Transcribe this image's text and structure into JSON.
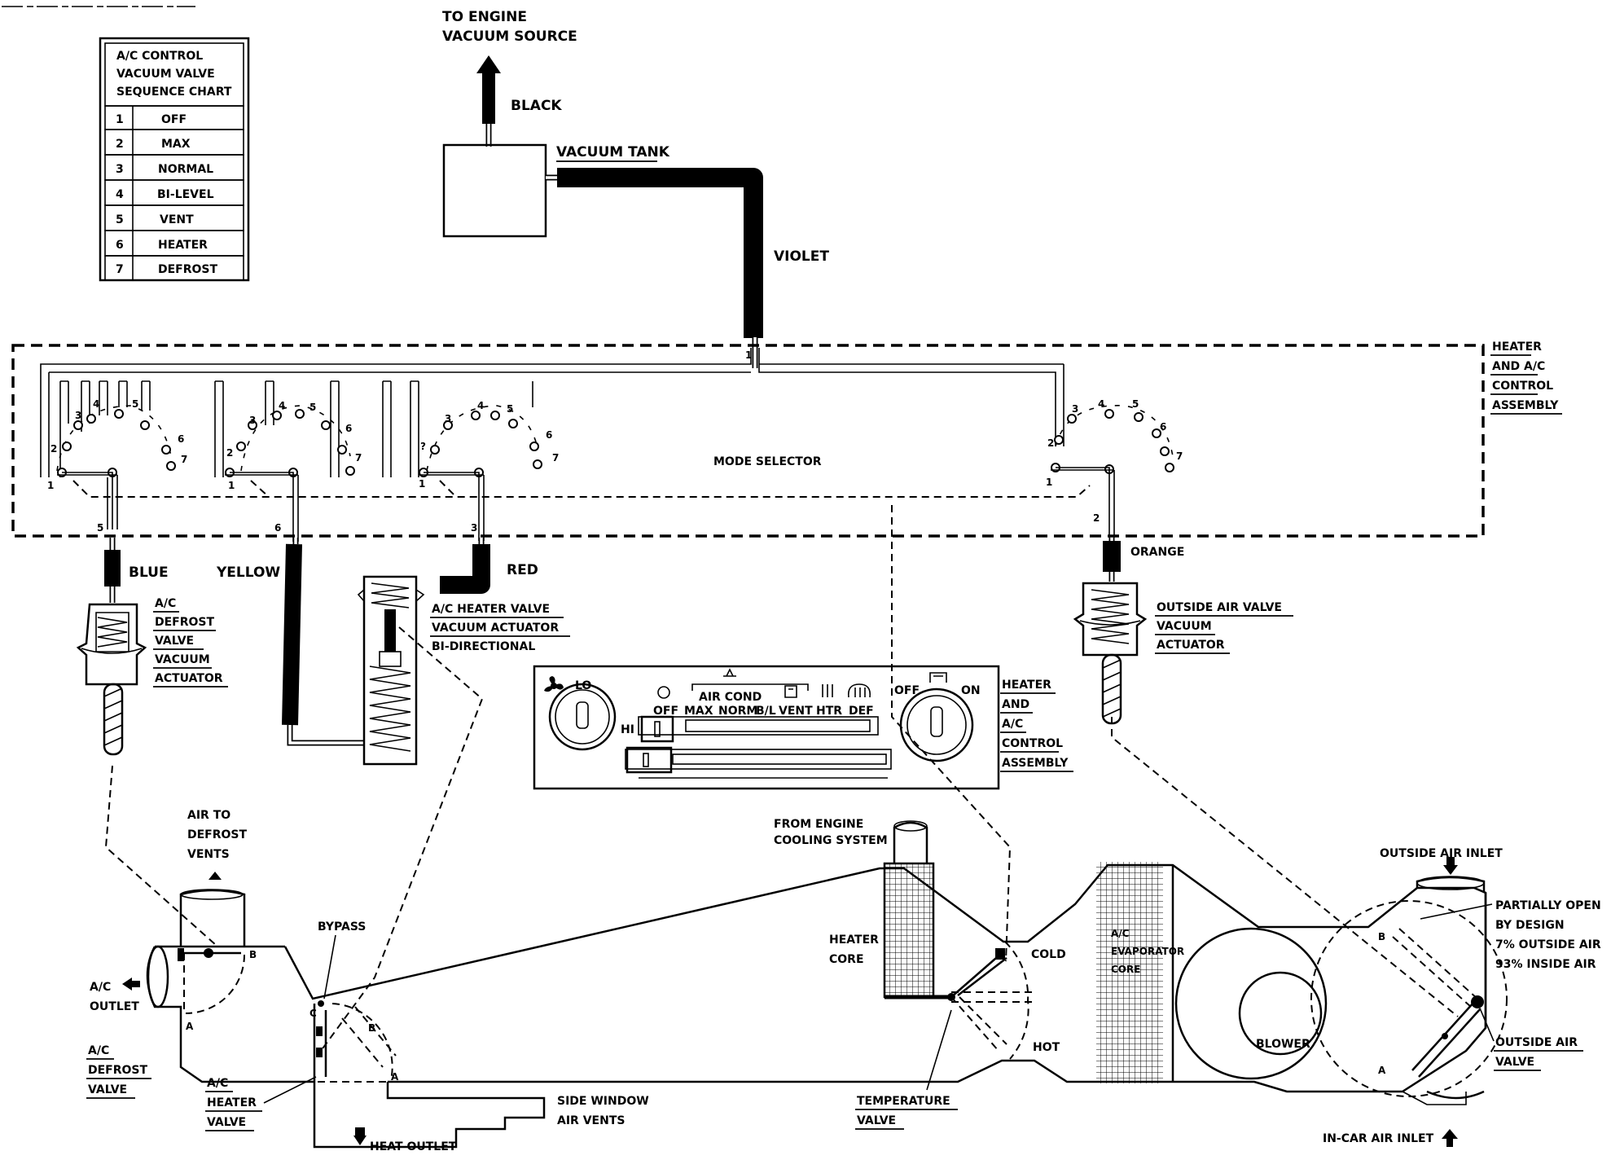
{
  "chart": {
    "title_lines": [
      "A/C CONTROL",
      "VACUUM VALVE",
      "SEQUENCE CHART"
    ],
    "rows": [
      {
        "num": "1",
        "label": "OFF"
      },
      {
        "num": "2",
        "label": "MAX"
      },
      {
        "num": "3",
        "label": "NORMAL"
      },
      {
        "num": "4",
        "label": "BI-LEVEL"
      },
      {
        "num": "5",
        "label": "VENT"
      },
      {
        "num": "6",
        "label": "HEATER"
      },
      {
        "num": "7",
        "label": "DEFROST"
      }
    ]
  },
  "vacuum_source": {
    "line1": "TO ENGINE",
    "line2": "VACUUM SOURCE"
  },
  "hoses": {
    "black": "BLACK",
    "violet": "VIOLET",
    "blue": "BLUE",
    "yellow": "YELLOW",
    "red": "RED",
    "orange": "ORANGE"
  },
  "vacuum_tank": "VACUUM TANK",
  "control_assembly_top": [
    "HEATER",
    "AND A/C",
    "CONTROL",
    "ASSEMBLY"
  ],
  "mode_selector": "MODE SELECTOR",
  "port_numbers": {
    "p1": "1",
    "p2": "2",
    "p3": "3",
    "p4": "4",
    "p5": "5",
    "p6": "6",
    "p7": "7",
    "p_q": "?"
  },
  "actuators": {
    "defrost": [
      "A/C",
      "DEFROST",
      "VALVE",
      "VACUUM",
      "ACTUATOR"
    ],
    "heater_valve": [
      "A/C HEATER VALVE",
      "VACUUM ACTUATOR",
      "BI-DIRECTIONAL"
    ],
    "outside_air": [
      "OUTSIDE AIR VALVE",
      "VACUUM",
      "ACTUATOR"
    ]
  },
  "control_panel": {
    "lo": "LO",
    "hi": "HI",
    "air_cond": "AIR COND",
    "modes": [
      "OFF",
      "MAX",
      "NORM",
      "B/L",
      "VENT",
      "HTR",
      "DEF"
    ],
    "fan_off": "OFF",
    "fan_on": "ON",
    "label": [
      "HEATER",
      "AND",
      "A/C",
      "CONTROL",
      "ASSEMBLY"
    ]
  },
  "ductwork": {
    "air_to_defrost": [
      "AIR TO",
      "DEFROST",
      "VENTS"
    ],
    "ac_outlet": [
      "A/C",
      "OUTLET"
    ],
    "ac_defrost_valve": [
      "A/C",
      "DEFROST",
      "VALVE"
    ],
    "ac_heater_valve": [
      "A/C",
      "HEATER",
      "VALVE"
    ],
    "bypass": "BYPASS",
    "heat_outlet": "HEAT OUTLET",
    "side_window": [
      "SIDE WINDOW",
      "AIR VENTS"
    ],
    "from_engine": [
      "FROM ENGINE",
      "COOLING SYSTEM"
    ],
    "heater_core": [
      "HEATER",
      "CORE"
    ],
    "cold": "COLD",
    "hot": "HOT",
    "temperature_valve": [
      "TEMPERATURE",
      "VALVE"
    ],
    "evaporator": [
      "A/C",
      "EVAPORATOR",
      "CORE"
    ],
    "blower": "BLOWER",
    "outside_air_inlet": "OUTSIDE AIR INLET",
    "partially_open": [
      "PARTIALLY OPEN",
      "BY DESIGN",
      "7% OUTSIDE AIR",
      "93% INSIDE AIR"
    ],
    "outside_air_valve": [
      "OUTSIDE AIR",
      "VALVE"
    ],
    "in_car_inlet": "IN-CAR AIR INLET",
    "letters": {
      "a": "A",
      "b": "B",
      "c": "C"
    }
  }
}
